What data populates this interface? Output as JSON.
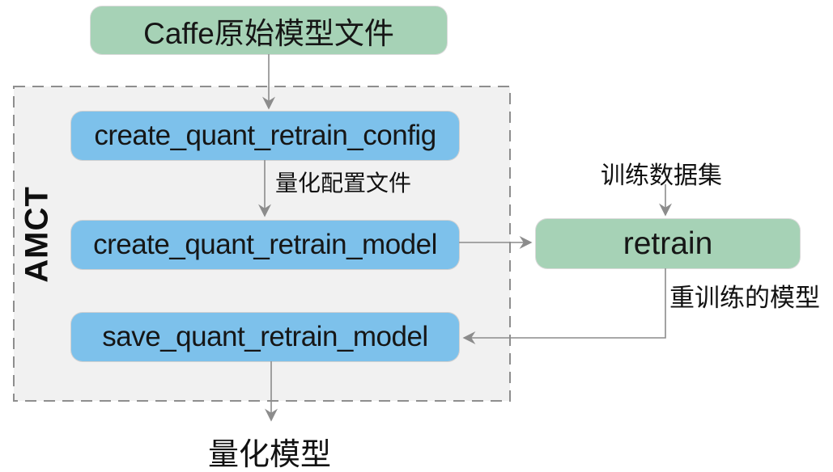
{
  "diagram": {
    "container": {
      "label": "AMCT"
    },
    "nodes": {
      "caffe_model": {
        "label": "Caffe原始模型文件",
        "color": "#a6d2b6"
      },
      "create_quant_retrain_config": {
        "label": "create_quant_retrain_config",
        "color": "#7dc1eb"
      },
      "create_quant_retrain_model": {
        "label": "create_quant_retrain_model",
        "color": "#7dc1eb"
      },
      "save_quant_retrain_model": {
        "label": "save_quant_retrain_model",
        "color": "#7dc1eb"
      },
      "retrain": {
        "label": "retrain",
        "color": "#a6d2b6"
      }
    },
    "edge_labels": {
      "quant_config_file": "量化配置文件",
      "training_dataset": "训练数据集",
      "retrained_model": "重训练的模型",
      "quant_model": "量化模型"
    },
    "colors": {
      "green_node": "#a6d2b6",
      "blue_node": "#7dc1eb",
      "container_fill": "#f1f1f1",
      "container_border": "#8e8e8e",
      "arrow": "#8c8c8c",
      "text": "#161616"
    }
  }
}
